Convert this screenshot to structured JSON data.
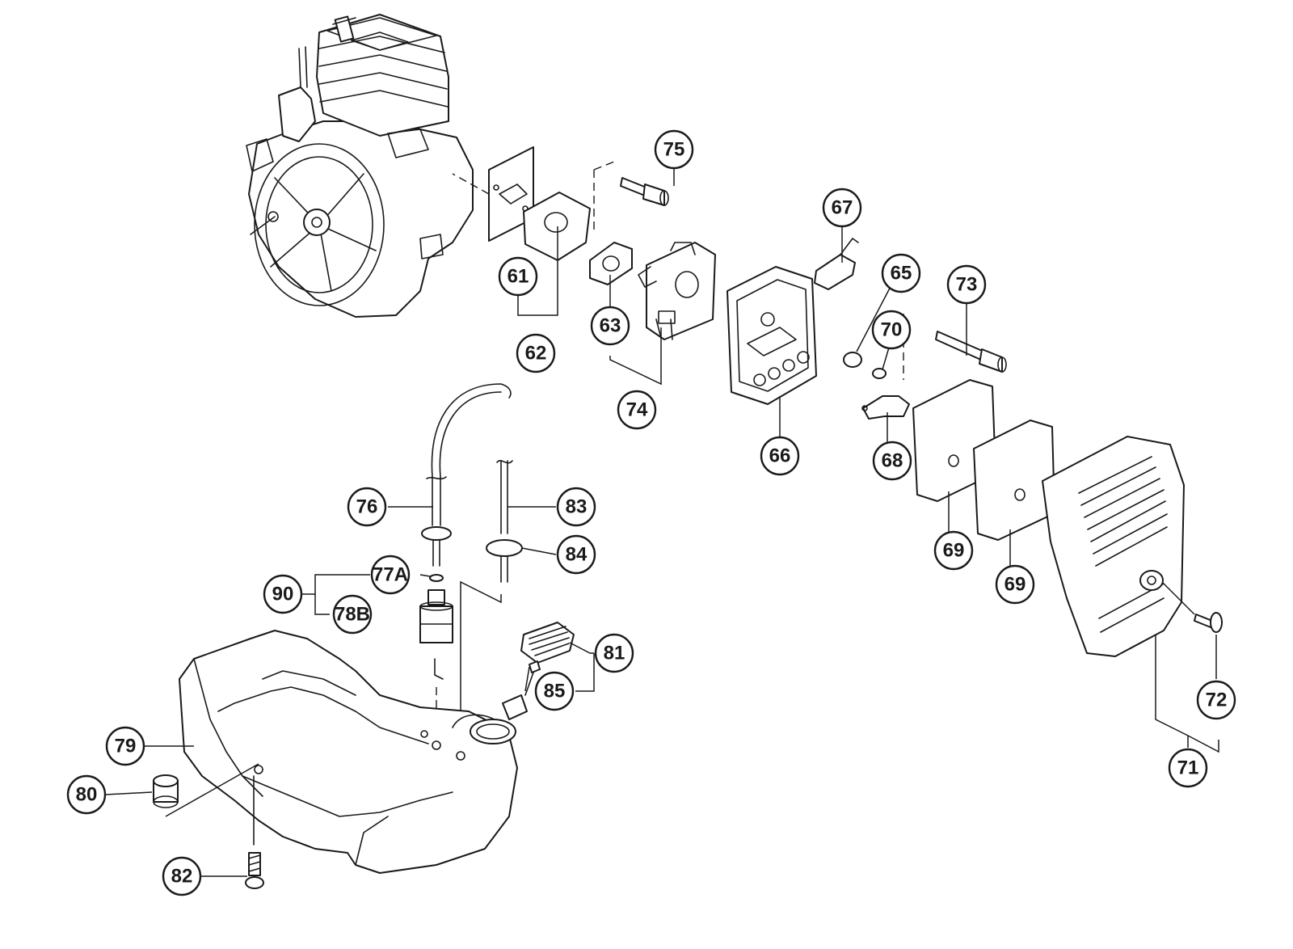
{
  "callouts": [
    {
      "id": "75",
      "label": "75"
    },
    {
      "id": "67",
      "label": "67"
    },
    {
      "id": "65",
      "label": "65"
    },
    {
      "id": "73",
      "label": "73"
    },
    {
      "id": "61",
      "label": "61"
    },
    {
      "id": "62",
      "label": "62"
    },
    {
      "id": "63",
      "label": "63"
    },
    {
      "id": "74",
      "label": "74"
    },
    {
      "id": "70",
      "label": "70"
    },
    {
      "id": "66",
      "label": "66"
    },
    {
      "id": "68",
      "label": "68"
    },
    {
      "id": "69a",
      "label": "69"
    },
    {
      "id": "69b",
      "label": "69"
    },
    {
      "id": "76",
      "label": "76"
    },
    {
      "id": "83",
      "label": "83"
    },
    {
      "id": "84",
      "label": "84"
    },
    {
      "id": "90",
      "label": "90"
    },
    {
      "id": "77A",
      "label": "77A"
    },
    {
      "id": "78B",
      "label": "78B"
    },
    {
      "id": "81",
      "label": "81"
    },
    {
      "id": "85",
      "label": "85"
    },
    {
      "id": "79",
      "label": "79"
    },
    {
      "id": "80",
      "label": "80"
    },
    {
      "id": "82",
      "label": "82"
    },
    {
      "id": "72",
      "label": "72"
    },
    {
      "id": "71",
      "label": "71"
    }
  ]
}
